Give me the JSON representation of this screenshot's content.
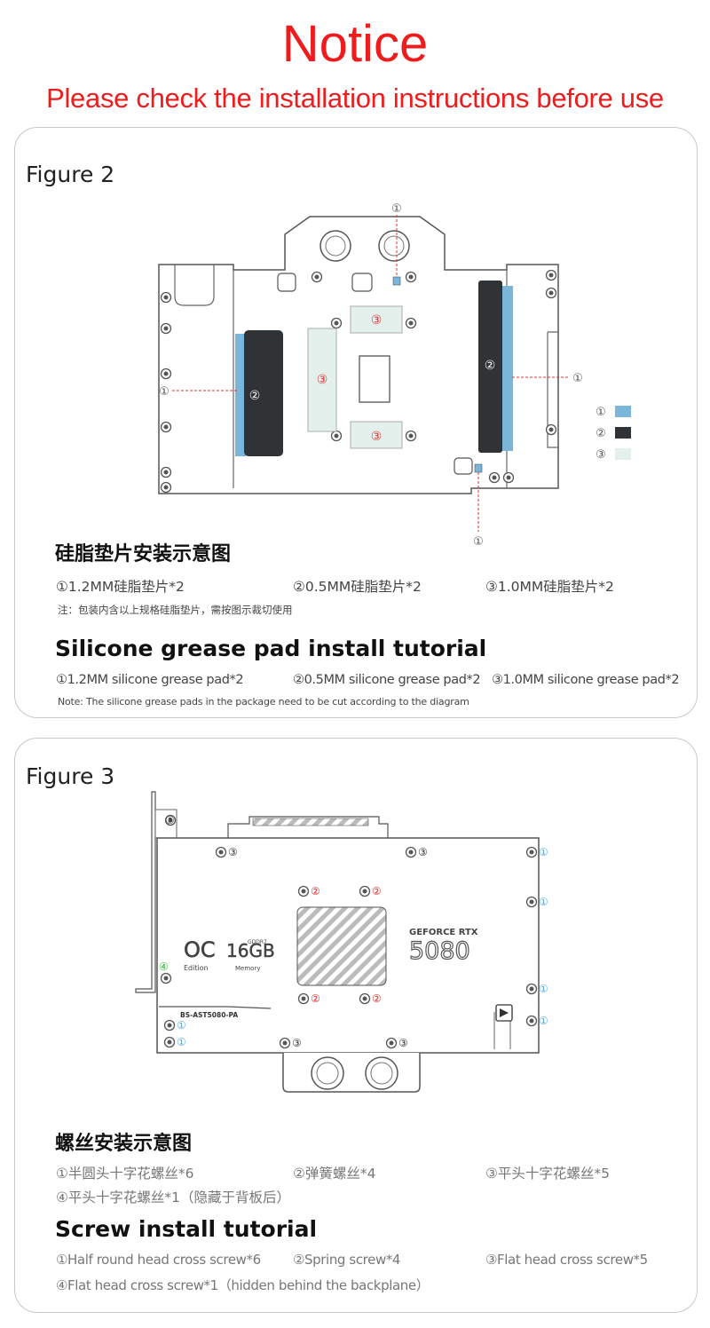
{
  "header": {
    "title": "Notice",
    "subtitle": "Please check the installation instructions before use"
  },
  "figure2": {
    "label": "Figure 2",
    "cn_title": "硅脂垫片安装示意图",
    "cn_items": [
      "①1.2MM硅脂垫片*2",
      "②0.5MM硅脂垫片*2",
      "③1.0MM硅脂垫片*2"
    ],
    "cn_note": "注：包装内含以上规格硅脂垫片，需按图示裁切使用",
    "en_title": "Silicone grease pad install tutorial",
    "en_items": [
      "①1.2MM silicone grease pad*2",
      "②0.5MM silicone grease pad*2",
      "③1.0MM silicone grease pad*2"
    ],
    "en_note": "Note: The silicone grease pads in the package need to be cut according to the diagram",
    "markers": {
      "one": "①",
      "two": "②",
      "three": "③"
    },
    "legend_colors": {
      "one": "#79b6d9",
      "two": "#303336",
      "three": "#e3f0ec"
    }
  },
  "figure3": {
    "label": "Figure 3",
    "cn_title": "螺丝安装示意图",
    "cn_items": [
      "①半圆头十字花螺丝*6",
      "②弹簧螺丝*4",
      "③平头十字花螺丝*5",
      "④平头十字花螺丝*1（隐藏于背板后）"
    ],
    "en_title": "Screw install tutorial",
    "en_items": [
      "①Half round head cross screw*6",
      "②Spring screw*4",
      "③Flat head cross screw*5",
      "④Flat head cross screw*1（hidden behind the backplane）"
    ],
    "board_text": {
      "oc": "OC",
      "edition": "Edition",
      "mem": "16GB",
      "mem_type": "GDDR7",
      "memory": "Memory",
      "brand": "GEFORCE RTX",
      "model": "5080",
      "part": "BS-AST5080-PA"
    },
    "marker_colors": {
      "one": "#5aa7d6",
      "two": "#e02a2a",
      "three": "#333333",
      "four": "#2fb52f"
    }
  }
}
